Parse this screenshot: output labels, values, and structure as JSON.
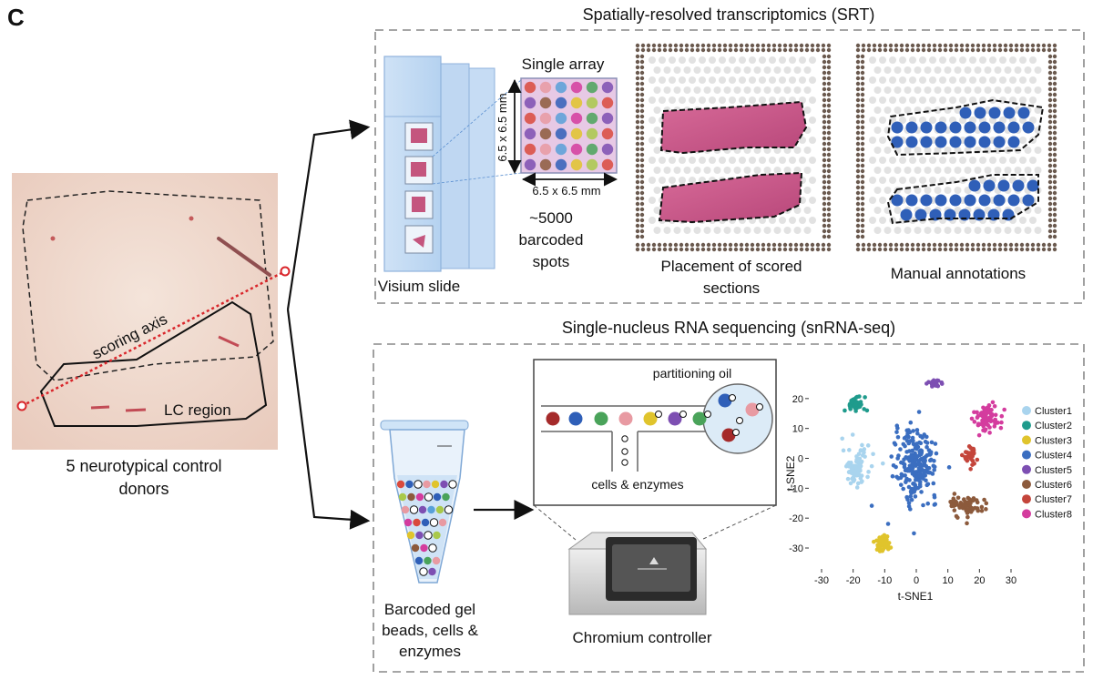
{
  "panel_letter": "C",
  "tissue": {
    "caption_line1": "5 neurotypical control",
    "caption_line2": "donors",
    "scoring_axis_label": "scoring axis",
    "region_label": "LC region"
  },
  "srt": {
    "title": "Spatially-resolved transcriptomics (SRT)",
    "visium_slide_label": "Visium slide",
    "single_array_label": "Single array",
    "array_dim_vertical": "6.5 x 6.5 mm",
    "array_dim_horizontal": "6.5 x 6.5 mm",
    "spots_line1": "~5000",
    "spots_line2": "barcoded",
    "spots_line3": "spots",
    "placement_line1": "Placement of scored",
    "placement_line2": "sections",
    "annotations_label": "Manual annotations"
  },
  "snrna": {
    "title": "Single-nucleus RNA sequencing (snRNA-seq)",
    "partitioning_oil": "partitioning oil",
    "cells_enzymes": "cells & enzymes",
    "beads_line1": "Barcoded gel",
    "beads_line2": "beads, cells &",
    "beads_line3": "enzymes",
    "controller_label": "Chromium controller"
  },
  "colors": {
    "tissue_bg": "#f0dcd0",
    "he_stain": "#c4557e",
    "annotation_spot": "#2f5fb8",
    "axis_red": "#d9262b",
    "array_pink": "#e7c9e5"
  },
  "chart_data": {
    "type": "scatter",
    "xlabel": "t-SNE1",
    "ylabel": "t-SNE2",
    "xlim": [
      -30,
      30
    ],
    "ylim": [
      -37,
      30
    ],
    "xticks": [
      -30,
      -20,
      -10,
      0,
      10,
      20,
      30
    ],
    "yticks": [
      -30,
      -20,
      -10,
      0,
      10,
      20
    ],
    "legend_position": "right",
    "series": [
      {
        "name": "Cluster1",
        "color": "#a9d4ee",
        "center": [
          -19,
          -3
        ],
        "spread": [
          3.6,
          5.5
        ],
        "n": 80
      },
      {
        "name": "Cluster2",
        "color": "#1f9b8c",
        "center": [
          -19.5,
          18
        ],
        "spread": [
          2.8,
          2.2
        ],
        "n": 45
      },
      {
        "name": "Cluster3",
        "color": "#e0c42c",
        "center": [
          -10.5,
          -28.5
        ],
        "spread": [
          2.2,
          2.6
        ],
        "n": 45
      },
      {
        "name": "Cluster4",
        "color": "#3b6ec0",
        "center": [
          0,
          -2
        ],
        "spread": [
          5.5,
          9.5
        ],
        "n": 230
      },
      {
        "name": "Cluster5",
        "color": "#7d4fb2",
        "center": [
          6,
          25
        ],
        "spread": [
          2.0,
          1.7
        ],
        "n": 22
      },
      {
        "name": "Cluster6",
        "color": "#8c5a3c",
        "center": [
          16,
          -16
        ],
        "spread": [
          5.0,
          3.0
        ],
        "n": 70
      },
      {
        "name": "Cluster7",
        "color": "#c4453b",
        "center": [
          17,
          1
        ],
        "spread": [
          1.7,
          3.2
        ],
        "n": 38
      },
      {
        "name": "Cluster8",
        "color": "#d43c9e",
        "center": [
          22.5,
          14
        ],
        "spread": [
          3.3,
          4.0
        ],
        "n": 80
      }
    ]
  }
}
